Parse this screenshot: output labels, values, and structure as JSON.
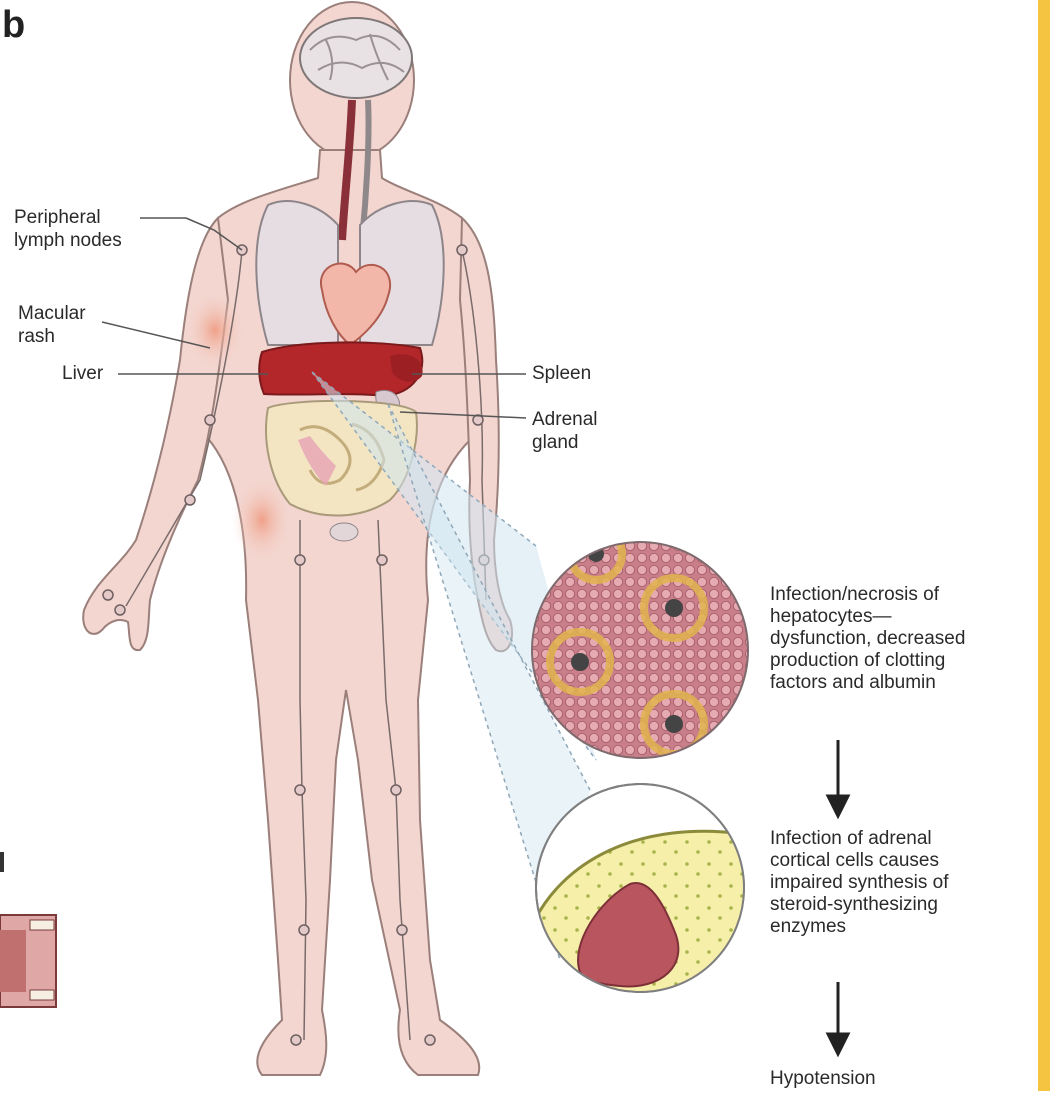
{
  "panel_label": "b",
  "labels": {
    "peripheral_lymph_nodes": [
      "Peripheral",
      "lymph nodes"
    ],
    "macular_rash": [
      "Macular",
      "rash"
    ],
    "liver": "Liver",
    "spleen": "Spleen",
    "adrenal_gland": [
      "Adrenal",
      "gland"
    ]
  },
  "flow": [
    {
      "lines": [
        "Infection/necrosis of",
        "hepatocytes—",
        "dysfunction, decreased",
        "production of clotting",
        "factors and albumin"
      ]
    },
    {
      "lines": [
        "Infection of adrenal",
        "cortical cells causes",
        "impaired synthesis of",
        "steroid-synthesizing",
        "enzymes"
      ]
    },
    {
      "lines": [
        "Hypotension"
      ]
    }
  ],
  "colors": {
    "skin": "#f3d6d0",
    "skin_outline": "#9a7f7a",
    "liver": "#b3262a",
    "hepatocyte": "#d58a96",
    "adrenal_fill": "#f6efaa",
    "adrenal_cell": "#b8555f",
    "edge_accent": "#f5c542"
  }
}
